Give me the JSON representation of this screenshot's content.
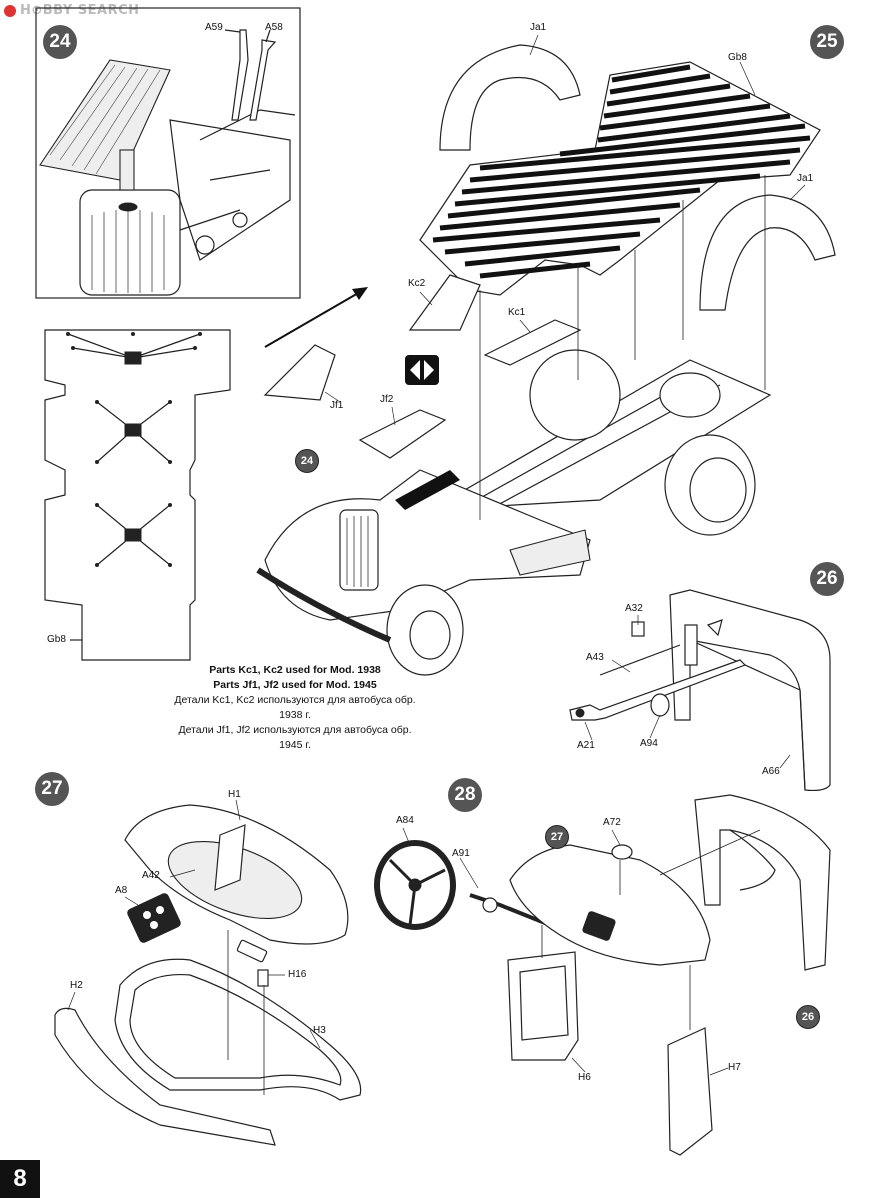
{
  "watermark": "H⊙BBY SEARCH",
  "page_number": "8",
  "steps": {
    "s24": "24",
    "s25": "25",
    "s26": "26",
    "s27": "27",
    "s28": "28",
    "ref24": "24",
    "ref27": "27",
    "ref26": "26"
  },
  "parts": {
    "A59": "A59",
    "A58": "A58",
    "Ja1_top": "Ja1",
    "Gb8_top": "Gb8",
    "Ja1_right": "Ja1",
    "Kc2": "Kc2",
    "Kc1": "Kc1",
    "Jf1": "Jf1",
    "Jf2": "Jf2",
    "Gb8_left": "Gb8",
    "A32": "A32",
    "A43": "A43",
    "A21": "A21",
    "A94": "A94",
    "A66": "A66",
    "H1": "H1",
    "A42": "A42",
    "A8": "A8",
    "H16": "H16",
    "H2": "H2",
    "H3": "H3",
    "A84": "A84",
    "A91": "A91",
    "A72": "A72",
    "H6": "H6",
    "H7": "H7"
  },
  "notes": {
    "line1": "Parts Kc1, Kc2 used for Mod. 1938",
    "line2": "Parts Jf1, Jf2 used for Mod. 1945",
    "line3": "Детали Kc1, Kc2 используются для автобуса обр. 1938 г.",
    "line4": "Детали Jf1, Jf2 используются для автобуса обр. 1945 г."
  },
  "colors": {
    "ink": "#222222",
    "step_badge": "#555555",
    "page_tab": "#111111"
  }
}
